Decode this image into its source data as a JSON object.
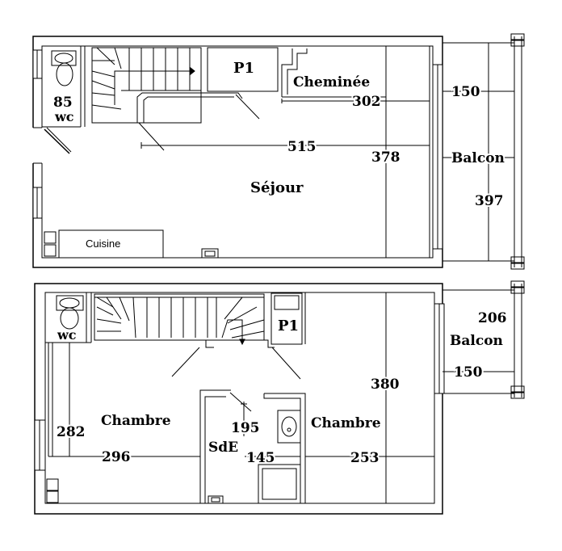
{
  "upper_floor": {
    "wc_label": "wc",
    "wc_size": "85",
    "placard_label": "P1",
    "fireplace_label": "Cheminée",
    "fireplace_dim": "302",
    "balcony_depth": "150",
    "living_length": "515",
    "living_depth": "378",
    "balcony_label": "Balcon",
    "balcony_length": "397",
    "living_label": "Séjour",
    "kitchen_label": "Cuisine"
  },
  "lower_floor": {
    "wc_label": "wc",
    "placard_label": "P1",
    "balcony_label": "Balcon",
    "balcony_length": "206",
    "balcony_depth": "150",
    "bedroom_depth": "380",
    "bedroom1_label": "Chambre",
    "bedroom1_depth": "282",
    "bedroom1_width": "296",
    "bath_depth": "195",
    "bath_label": "SdE",
    "bath_width": "145",
    "bedroom2_label": "Chambre",
    "bedroom2_width": "253"
  }
}
